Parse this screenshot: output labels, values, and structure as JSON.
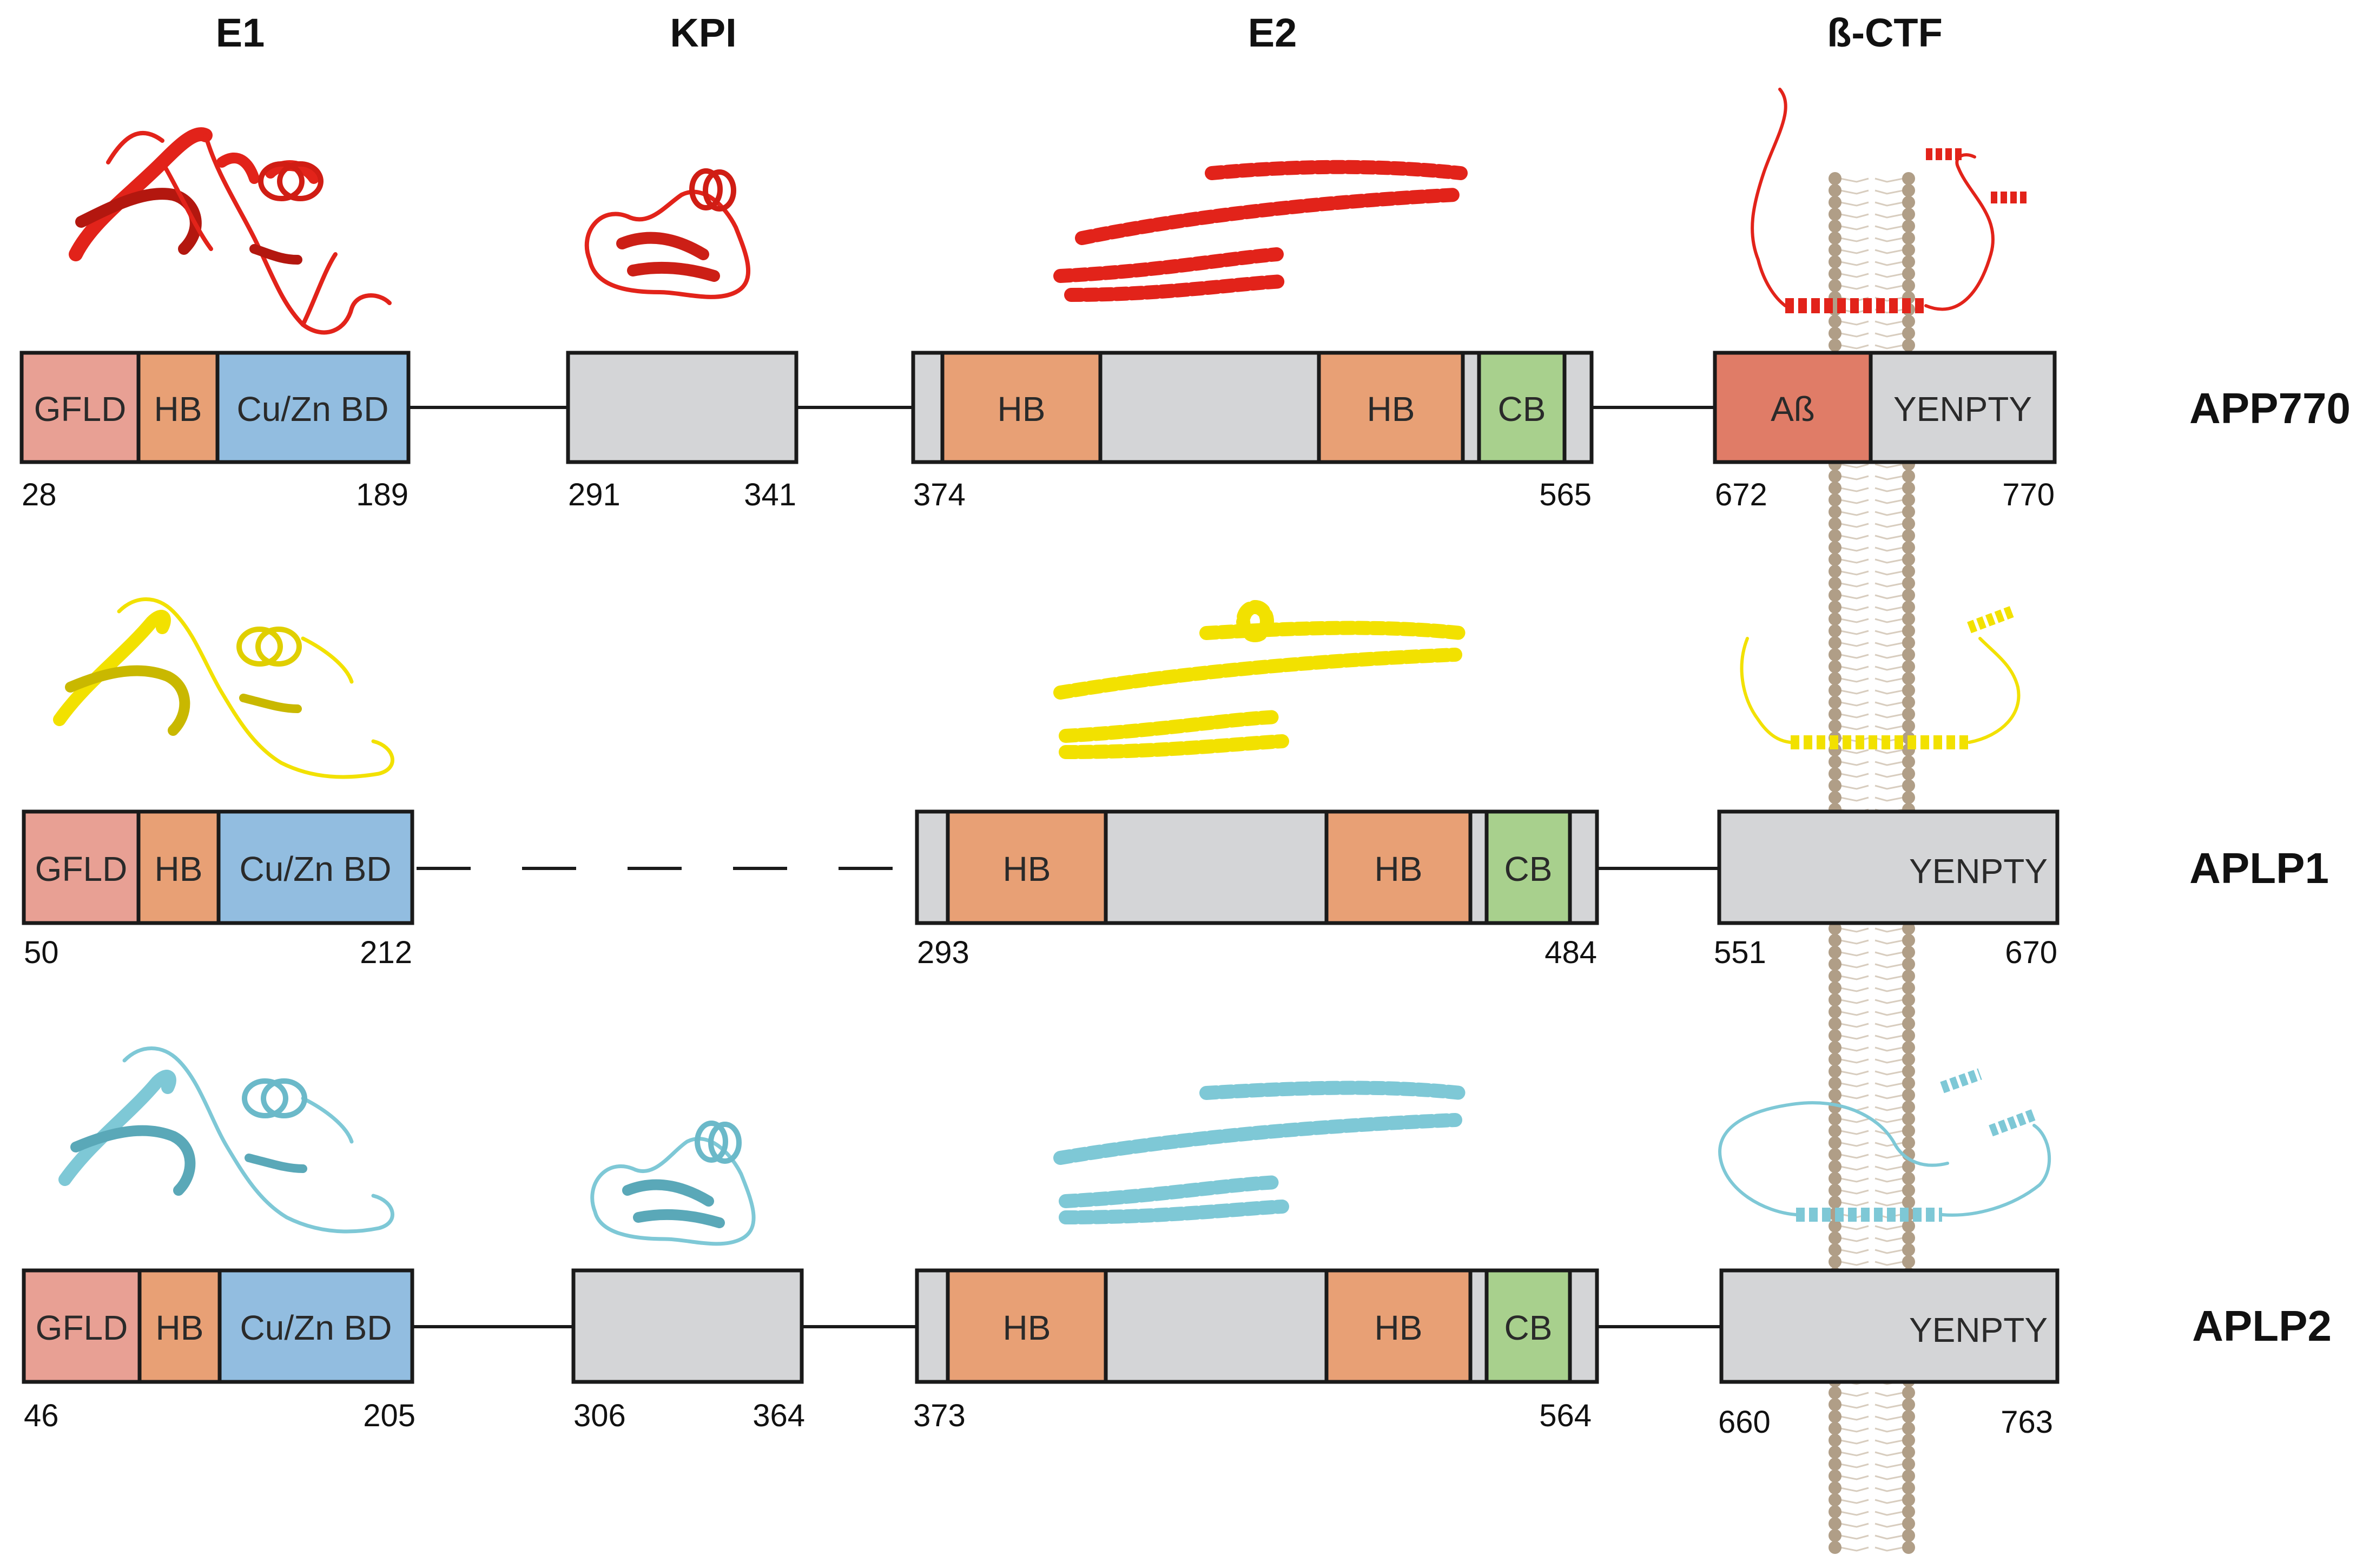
{
  "headers": {
    "e1": "E1",
    "kpi": "KPI",
    "e2": "E2",
    "ctf": "ß-CTF"
  },
  "colors": {
    "gfld": "#e8a094",
    "hb": "#e8a075",
    "cuzn": "#92bde0",
    "grey": "#d4d5d7",
    "cb": "#a8d08d",
    "abeta": "#e07c67",
    "app770_structure": "#e2231a",
    "aplp1_structure": "#f2e100",
    "aplp2_structure": "#7ec8d6",
    "membrane": "#b09e87"
  },
  "proteins": [
    {
      "name": "APP770",
      "e1": {
        "gfld": "GFLD",
        "hb": "HB",
        "cuzn": "Cu/Zn BD",
        "start": "28",
        "end": "189"
      },
      "kpi": {
        "present": true,
        "start": "291",
        "end": "341"
      },
      "e2": {
        "hb1": "HB",
        "hb2": "HB",
        "cb": "CB",
        "start": "374",
        "end": "565"
      },
      "ctf": {
        "abeta": "Aß",
        "yenpty": "YENPTY",
        "start": "672",
        "end": "770"
      }
    },
    {
      "name": "APLP1",
      "e1": {
        "gfld": "GFLD",
        "hb": "HB",
        "cuzn": "Cu/Zn BD",
        "start": "50",
        "end": "212"
      },
      "kpi": {
        "present": false
      },
      "e2": {
        "hb1": "HB",
        "hb2": "HB",
        "cb": "CB",
        "start": "293",
        "end": "484"
      },
      "ctf": {
        "yenpty": "YENPTY",
        "start": "551",
        "end": "670"
      }
    },
    {
      "name": "APLP2",
      "e1": {
        "gfld": "GFLD",
        "hb": "HB",
        "cuzn": "Cu/Zn BD",
        "start": "46",
        "end": "205"
      },
      "kpi": {
        "present": true,
        "start": "306",
        "end": "364"
      },
      "e2": {
        "hb1": "HB",
        "hb2": "HB",
        "cb": "CB",
        "start": "373",
        "end": "564"
      },
      "ctf": {
        "yenpty": "YENPTY",
        "start": "660",
        "end": "763"
      }
    }
  ]
}
